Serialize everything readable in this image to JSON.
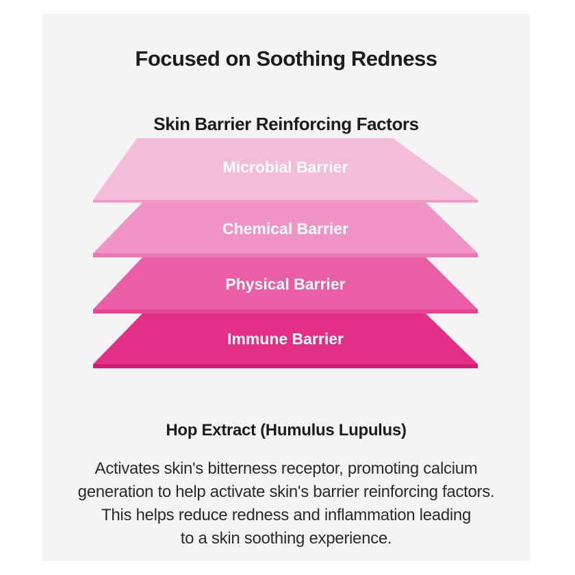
{
  "title": "Focused on Soothing Redness",
  "diagram": {
    "subtitle": "Skin Barrier Reinforcing Factors",
    "layers": [
      {
        "label": "Microbial Barrier",
        "color": "#f5bcd9",
        "edge": "#f09cc6"
      },
      {
        "label": "Chemical Barrier",
        "color": "#ef94c4",
        "edge": "#e878b3"
      },
      {
        "label": "Physical Barrier",
        "color": "#ea5ea6",
        "edge": "#e3458f"
      },
      {
        "label": "Immune Barrier",
        "color": "#e42f86",
        "edge": "#cf1e72"
      }
    ]
  },
  "ingredient": {
    "name": "Hop Extract (Humulus Lupulus)",
    "description_lines": [
      "Activates skin's bitterness receptor, promoting calcium",
      "generation to help activate skin's barrier reinforcing factors.",
      "This helps reduce redness and inflammation leading",
      "to a skin soothing experience."
    ]
  }
}
